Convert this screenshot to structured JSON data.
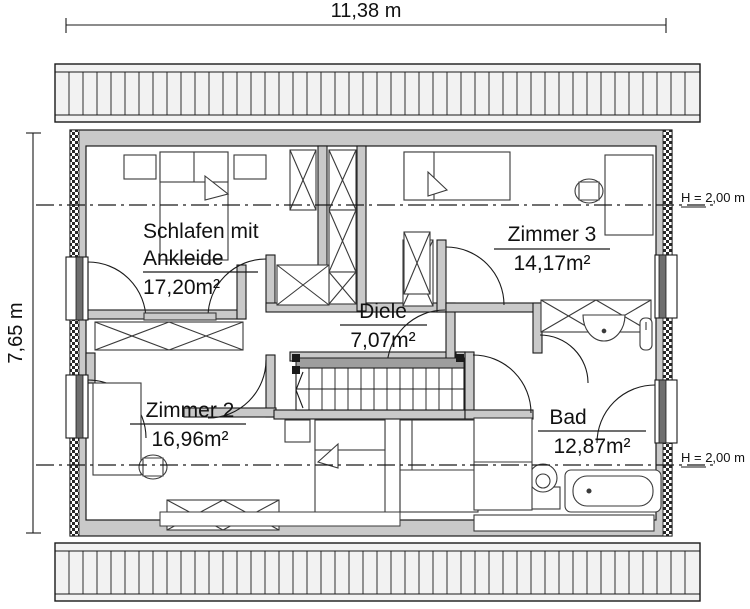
{
  "plan": {
    "type": "floor-plan",
    "title_visible": false,
    "dimensions": {
      "width_label": "11,38 m",
      "height_label": "7,65 m"
    },
    "height_notes": [
      {
        "id": "h-note-top",
        "label": "H = 2,00 m"
      },
      {
        "id": "h-note-bottom",
        "label": "H = 2,00 m"
      }
    ],
    "rooms": [
      {
        "id": "schlafen",
        "name_line1": "Schlafen mit",
        "name_line2": "Ankleide",
        "area": "17,20m²"
      },
      {
        "id": "zimmer3",
        "name_line1": "Zimmer 3",
        "name_line2": "",
        "area": "14,17m²"
      },
      {
        "id": "diele",
        "name_line1": "Diele",
        "name_line2": "",
        "area": "7,07m²"
      },
      {
        "id": "zimmer2",
        "name_line1": "Zimmer 2",
        "name_line2": "",
        "area": "16,96m²"
      },
      {
        "id": "bad",
        "name_line1": "Bad",
        "name_line2": "",
        "area": "12,87m²"
      }
    ],
    "colors": {
      "line": "#1a1a1a",
      "wall_fill": "#c9c9c9",
      "interior_fill": "#ffffff",
      "roof_fill": "#f2f2f2",
      "furniture_line": "#3a3a3a"
    }
  }
}
